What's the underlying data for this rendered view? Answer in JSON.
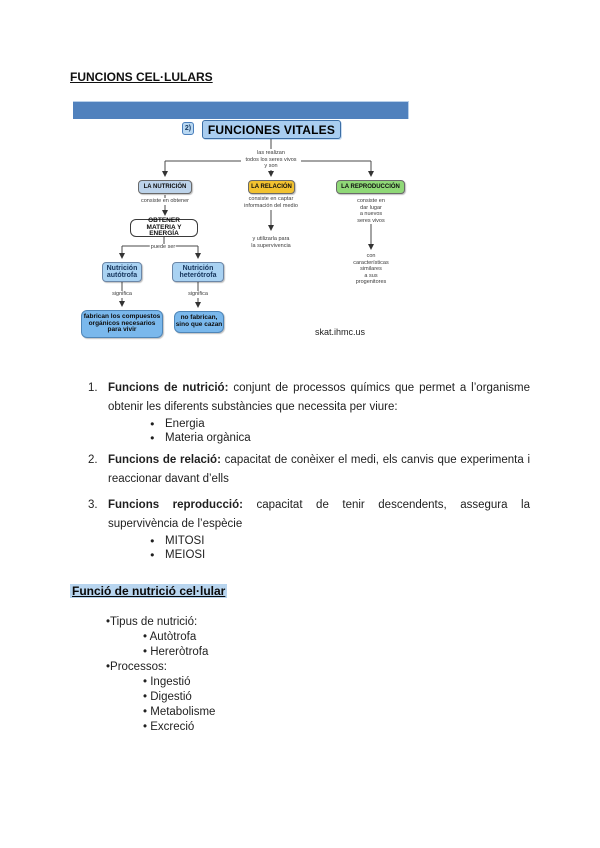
{
  "page": {
    "title": "FUNCIONS CEL·LULARS"
  },
  "diagram": {
    "badge": "2)",
    "title": "FUNCIONES VITALES",
    "root_caption": "las realizan\ntodos los seres vivos\ny son",
    "nutrition": {
      "label": "LA NUTRICIÓN",
      "caption": "consiste en obtener",
      "obtener_label": "OBTENER\nMATERIA Y ENERGÍA",
      "branch_label": "puede ser",
      "autotrofa_label": "Nutrición\nautótrofa",
      "autotrofa_connector": "significa",
      "autotrofa_result": "fabrican los compuestos\norgánicos necesarios\npara vivir",
      "heterotrofa_label": "Nutrición\nheterótrofa",
      "heterotrofa_connector": "significa",
      "heterotrofa_result": "no fabrican,\nsino que cazan"
    },
    "relation": {
      "label": "LA RELACIÓN",
      "caption": "consiste en captar\ninformación del medio",
      "result": "y utilizarla para\nla supervivencia"
    },
    "reproduction": {
      "label": "LA REPRODUCCIÓN",
      "caption": "consiste en dar lugar\na nuevos seres vivos",
      "result": "con características similares\na sus progenitores"
    },
    "watermark": "skat.ihmc.us",
    "colors": {
      "header_bar": "#5081bd",
      "title_box": "#a9cdf0",
      "nutrition_box": "#bcd3ea",
      "relation_box": "#f2c230",
      "reproduction_box": "#8fd877",
      "info_box": "#7ab8ec",
      "heading_highlight": "#b8d5ef"
    }
  },
  "list": {
    "items": [
      {
        "number": "1.",
        "lead": "Funcions de nutrició:",
        "body": "conjunt de processos químics que permet a l’organisme obtenir les diferents substàncies que necessita per viure:",
        "bullets": [
          "Energia",
          "Materia orgànica"
        ]
      },
      {
        "number": "2.",
        "lead": "Funcions de relació:",
        "body": "capacitat de conèixer el medi, els canvis que experimenta i reaccionar davant d’ells",
        "bullets": []
      },
      {
        "number": "3.",
        "lead": "Funcions reproducció:",
        "body": "capacitat de tenir descendents, assegura la supervivència de l’espècie",
        "bullets": [
          "MITOSI",
          "MEIOSI"
        ]
      }
    ]
  },
  "section": {
    "heading": "Funció de nutrició cel·lular",
    "outline": [
      {
        "level": 1,
        "text": "Tipus de nutrició:"
      },
      {
        "level": 2,
        "text": "Autòtrofa"
      },
      {
        "level": 2,
        "text": "Hereròtrofa"
      },
      {
        "level": 1,
        "text": "Processos:"
      },
      {
        "level": 2,
        "text": "Ingestió"
      },
      {
        "level": 2,
        "text": "Digestió"
      },
      {
        "level": 2,
        "text": "Metabolisme"
      },
      {
        "level": 2,
        "text": "Excreció"
      }
    ]
  }
}
